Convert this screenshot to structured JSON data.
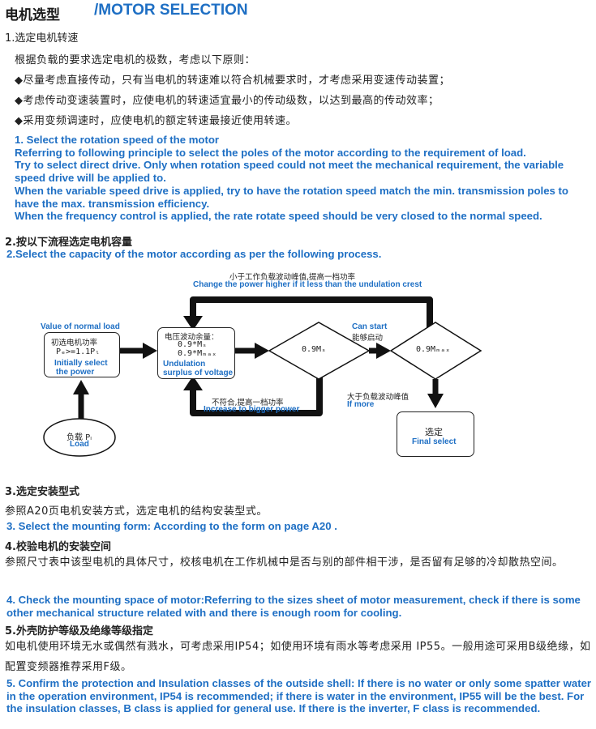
{
  "header": {
    "title_cn": "电机选型",
    "title_en": "/MOTOR SELECTION"
  },
  "section1": {
    "heading_cn": "1.选定电机转速",
    "intro_cn": "根据负载的要求选定电机的极数，考虑以下原则：",
    "bullets_cn": [
      "◆尽量考虑直接传动，只有当电机的转速难以符合机械要求时，才考虑采用变速传动装置；",
      "◆考虑传动变速装置时，应使电机的转速适宜最小的传动级数，以达到最高的传动效率；",
      "◆采用变频调速时，应使电机的额定转速最接近使用转速。"
    ],
    "en_lines": [
      "1. Select the rotation speed of the motor",
      "Referring to following principle to select the poles of the motor according to the requirement of load.",
      "Try to select direct drive. Only when rotation speed could not meet the mechanical requirement, the variable speed drive will be applied to.",
      "When the variable speed drive is applied, try to have the rotation speed match the min. transmission poles to have the max. transmission efficiency.",
      "When the frequency control is applied, the rate rotate speed should be very closed to the normal speed."
    ]
  },
  "section2": {
    "heading_cn": "2.按以下流程选定电机容量",
    "heading_en": "2.Select the capacity of the motor according as per the following process."
  },
  "flowchart": {
    "top_loop_cn": "小于工作负载波动峰值,提高一档功率",
    "top_loop_en": "Change the power higher if it less than the undulation crest",
    "box1_label_en": "Value of normal load",
    "box1_cn": "初选电机功率",
    "box1_formula": "Pₑ>=1.1Pₗ",
    "box1_en_1": "Initially select",
    "box1_en_2": "the power",
    "box2_cn": "电压波动余量：",
    "box2_line1": "0.9*Mₛ",
    "box2_line2": "0.9*Mₘₐₓ",
    "box2_en_1": "Undulation",
    "box2_en_2": "surplus of voltage",
    "diamond1": "0.9Mₛ",
    "diamond2": "0.9Mₘₐₓ",
    "can_start_en": "Can start",
    "can_start_cn": "能够启动",
    "bottom_loop_cn": "不符合,提高一档功率",
    "bottom_loop_en": "Increase to bigger power",
    "more_cn": "大于负载波动峰值",
    "more_en": "If more",
    "load_cn": "负载 Pₗ",
    "load_en": "Load",
    "final_cn": "选定",
    "final_en": "Final select"
  },
  "section3": {
    "heading_cn": "3.选定安装型式",
    "body_cn": "参照A20页电机安装方式，选定电机的结构安装型式。",
    "en": "3. Select the mounting form: According to the form on page A20 ."
  },
  "section4": {
    "heading_cn": "4.校验电机的安装空间",
    "body_cn": "参照尺寸表中该型电机的具体尺寸，校核电机在工作机械中是否与别的部件相干涉，是否留有足够的冷却散热空间。",
    "en": "4. Check the mounting space of motor:Referring to the sizes sheet of motor measurement, check if there is some other mechanical structure related with and there is enough room for cooling."
  },
  "section5": {
    "heading_cn": "5.外壳防护等级及绝缘等级指定",
    "body_cn": "如电机使用环境无水或偶然有溅水，可考虑采用IP54；如使用环境有雨水等考虑采用 IP55。一般用途可采用B级绝缘，如配置变频器推荐采用F级。",
    "en": "5. Confirm the protection and Insulation classes of the outside shell: If there is no water or only some spatter water in the operation environment, IP54 is recommended; if there is water in the environment, IP55 will be the best. For the insulation classes, B class is applied for general use. If there is the inverter, F class is recommended."
  },
  "colors": {
    "accent_blue": "#1e6fc4",
    "text": "#222222"
  }
}
